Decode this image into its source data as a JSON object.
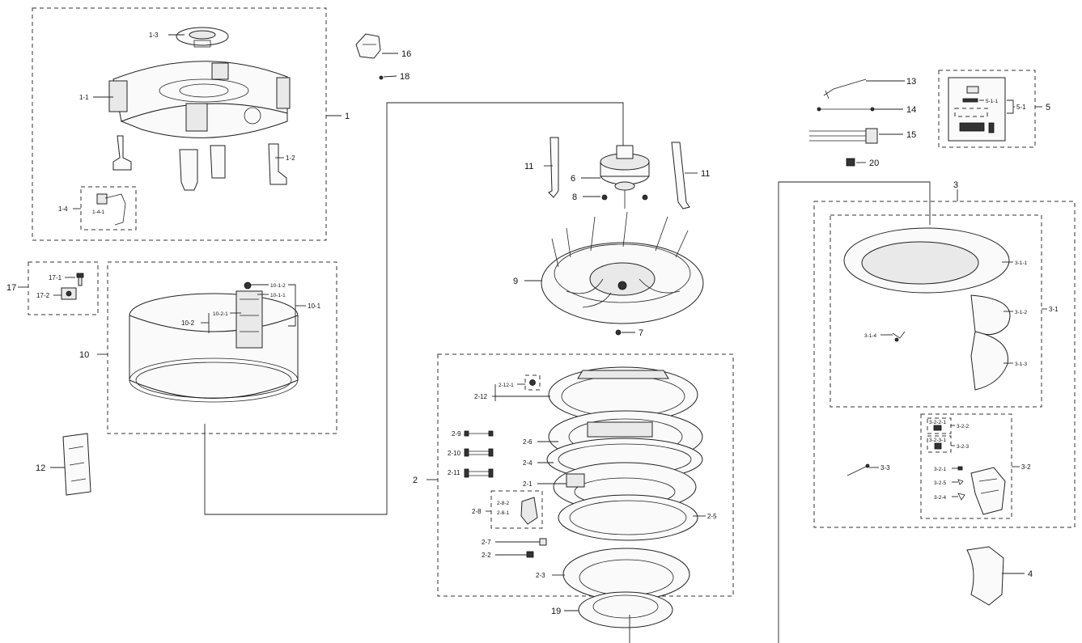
{
  "labels": {
    "l1": "1",
    "l1_1": "1-1",
    "l1_2": "1-2",
    "l1_3": "1-3",
    "l1_4": "1-4",
    "l1_4_1": "1-4-1",
    "l2": "2",
    "l2_1": "2-1",
    "l2_2": "2-2",
    "l2_3": "2-3",
    "l2_4": "2-4",
    "l2_5": "2-5",
    "l2_6": "2-6",
    "l2_7": "2-7",
    "l2_8": "2-8",
    "l2_8_1": "2-8-1",
    "l2_8_2": "2-8-2",
    "l2_9": "2-9",
    "l2_10": "2-10",
    "l2_11": "2-11",
    "l2_12": "2-12",
    "l2_12_1": "2-12-1",
    "l3": "3",
    "l3_1": "3-1",
    "l3_1_1": "3-1-1",
    "l3_1_2": "3-1-2",
    "l3_1_3": "3-1-3",
    "l3_1_4": "3-1-4",
    "l3_2": "3-2",
    "l3_2_1": "3-2-1",
    "l3_2_2": "3-2-2",
    "l3_2_2_1": "3-2-2-1",
    "l3_2_3": "3-2-3",
    "l3_2_3_1": "3-2-3-1",
    "l3_2_4": "3-2-4",
    "l3_2_5": "3-2-5",
    "l3_3": "3-3",
    "l4": "4",
    "l5": "5",
    "l5_1": "5-1",
    "l5_1_1": "5-1-1",
    "l6": "6",
    "l7": "7",
    "l8": "8",
    "l9": "9",
    "l10": "10",
    "l10_1": "10-1",
    "l10_1_1": "10-1-1",
    "l10_1_2": "10-1-2",
    "l10_2": "10-2",
    "l10_2_1": "10-2-1",
    "l11a": "11",
    "l11b": "11",
    "l12": "12",
    "l13": "13",
    "l14": "14",
    "l15": "15",
    "l16": "16",
    "l17": "17",
    "l17_1": "17-1",
    "l17_2": "17-2",
    "l18": "18",
    "l19": "19",
    "l20": "20"
  }
}
